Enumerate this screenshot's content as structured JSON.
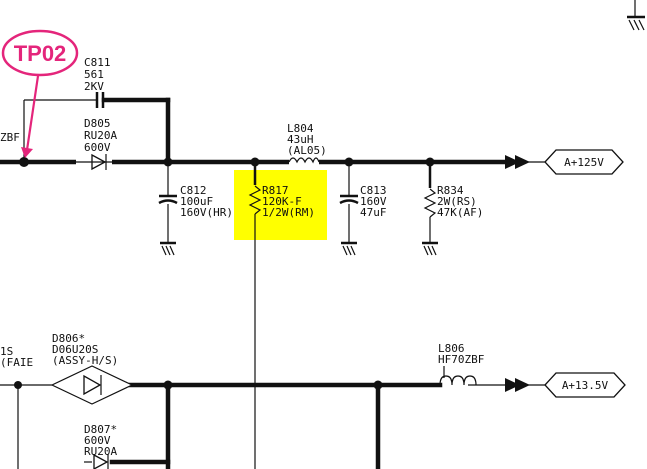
{
  "test_point": {
    "label": "TP02",
    "color": "#e4257b"
  },
  "highlight_color": "#ffff00",
  "left_labels": {
    "zbf_frag": "ZBF",
    "s1_frag": "1S",
    "faie_frag": "(FAIE"
  },
  "components": {
    "c811": {
      "ref": "C811",
      "value": "561",
      "rating": "2KV"
    },
    "d805": {
      "ref": "D805",
      "part": "RU20A",
      "rating": "600V"
    },
    "c812": {
      "ref": "C812",
      "value": "100uF",
      "rating": "160V(HR)"
    },
    "r817": {
      "ref": "R817",
      "value": "120K-F",
      "rating": "1/2W(RM)"
    },
    "l804": {
      "ref": "L804",
      "value": "43uH",
      "part": "(AL05)"
    },
    "c813": {
      "ref": "C813",
      "rating": "160V",
      "value": "47uF"
    },
    "r834": {
      "ref": "R834",
      "rating": "2W(RS)",
      "value": "47K(AF)"
    },
    "d806": {
      "ref": "D806*",
      "part": "D06U20S",
      "note": "(ASSY-H/S)"
    },
    "d807": {
      "ref": "D807*",
      "rating": "600V",
      "part": "RU20A"
    },
    "l806": {
      "ref": "L806",
      "part": "HF70ZBF"
    }
  },
  "rails": {
    "top": {
      "label": "A+125V"
    },
    "bottom": {
      "label": "A+13.5V"
    }
  }
}
